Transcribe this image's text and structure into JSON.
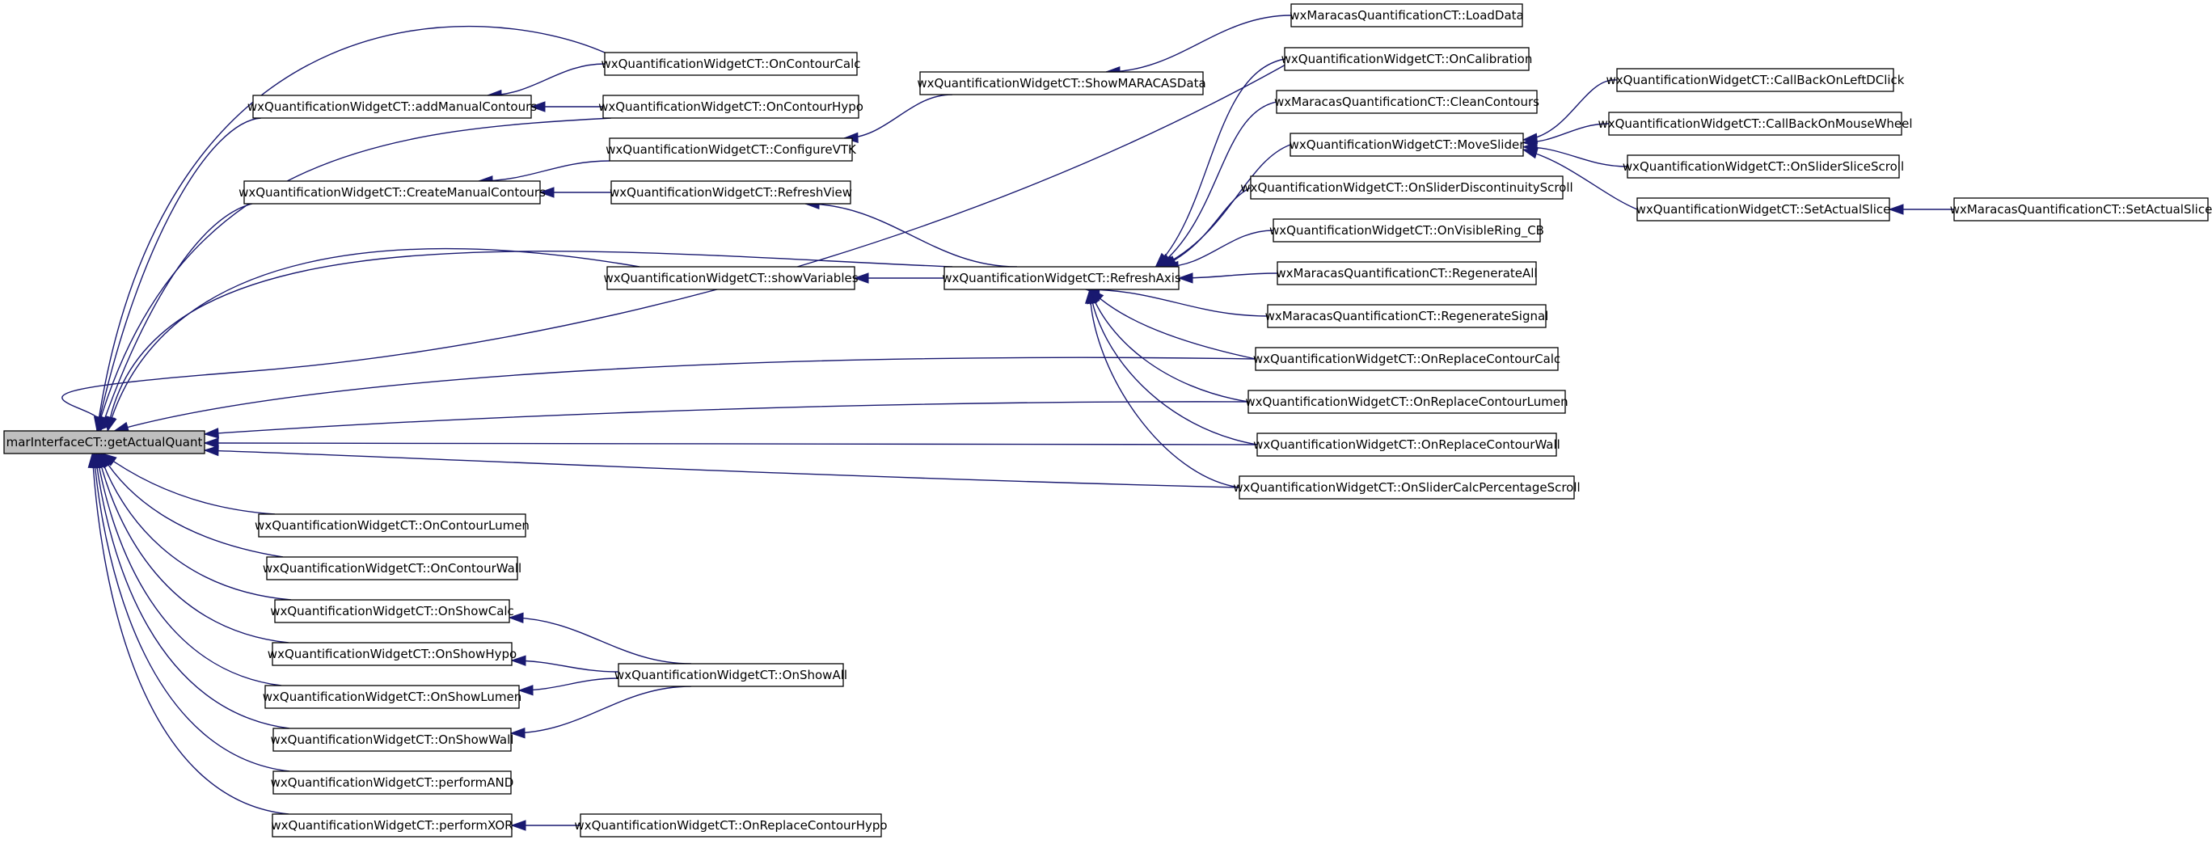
{
  "nodes": [
    {
      "id": "root",
      "label": "marInterfaceCT::getActualQuant",
      "root": true
    },
    {
      "id": "addManual",
      "label": "wxQuantificationWidgetCT::addManualContours"
    },
    {
      "id": "createManual",
      "label": "wxQuantificationWidgetCT::CreateManualContours"
    },
    {
      "id": "showVariables",
      "label": "wxQuantificationWidgetCT::showVariables"
    },
    {
      "id": "refreshAxis",
      "label": "wxQuantificationWidgetCT::RefreshAxis"
    },
    {
      "id": "onContourLumen",
      "label": "wxQuantificationWidgetCT::OnContourLumen"
    },
    {
      "id": "onContourWall",
      "label": "wxQuantificationWidgetCT::OnContourWall"
    },
    {
      "id": "onShowCalc",
      "label": "wxQuantificationWidgetCT::OnShowCalc"
    },
    {
      "id": "onShowHypo",
      "label": "wxQuantificationWidgetCT::OnShowHypo"
    },
    {
      "id": "onShowLumen",
      "label": "wxQuantificationWidgetCT::OnShowLumen"
    },
    {
      "id": "onShowWall",
      "label": "wxQuantificationWidgetCT::OnShowWall"
    },
    {
      "id": "performAND",
      "label": "wxQuantificationWidgetCT::performAND"
    },
    {
      "id": "performXOR",
      "label": "wxQuantificationWidgetCT::performXOR"
    },
    {
      "id": "onContourCalc",
      "label": "wxQuantificationWidgetCT::OnContourCalc"
    },
    {
      "id": "onContourHypo",
      "label": "wxQuantificationWidgetCT::OnContourHypo"
    },
    {
      "id": "configureVTK",
      "label": "wxQuantificationWidgetCT::ConfigureVTK"
    },
    {
      "id": "refreshView",
      "label": "wxQuantificationWidgetCT::RefreshView"
    },
    {
      "id": "onShowAll",
      "label": "wxQuantificationWidgetCT::OnShowAll"
    },
    {
      "id": "onReplaceHypo",
      "label": "wxQuantificationWidgetCT::OnReplaceContourHypo"
    },
    {
      "id": "showMaracas",
      "label": "wxQuantificationWidgetCT::ShowMARACASData"
    },
    {
      "id": "loadData",
      "label": "wxMaracasQuantificationCT::LoadData"
    },
    {
      "id": "onCalibration",
      "label": "wxQuantificationWidgetCT::OnCalibration"
    },
    {
      "id": "cleanContours",
      "label": "wxMaracasQuantificationCT::CleanContours"
    },
    {
      "id": "moveSlider",
      "label": "wxQuantificationWidgetCT::MoveSlider"
    },
    {
      "id": "onSliderDisc",
      "label": "wxQuantificationWidgetCT::OnSliderDiscontinuityScroll"
    },
    {
      "id": "onVisibleRing",
      "label": "wxQuantificationWidgetCT::OnVisibleRing_CB"
    },
    {
      "id": "regenerateAll",
      "label": "wxMaracasQuantificationCT::RegenerateAll"
    },
    {
      "id": "regenerateSignal",
      "label": "wxMaracasQuantificationCT::RegenerateSignal"
    },
    {
      "id": "onReplaceCalc",
      "label": "wxQuantificationWidgetCT::OnReplaceContourCalc"
    },
    {
      "id": "onReplaceLumen",
      "label": "wxQuantificationWidgetCT::OnReplaceContourLumen"
    },
    {
      "id": "onReplaceWall",
      "label": "wxQuantificationWidgetCT::OnReplaceContourWall"
    },
    {
      "id": "onSliderCalcPct",
      "label": "wxQuantificationWidgetCT::OnSliderCalcPercentageScroll"
    },
    {
      "id": "cbLeftDClick",
      "label": "wxQuantificationWidgetCT::CallBackOnLeftDClick"
    },
    {
      "id": "cbMouseWheel",
      "label": "wxQuantificationWidgetCT::CallBackOnMouseWheel"
    },
    {
      "id": "onSliderSlice",
      "label": "wxQuantificationWidgetCT::OnSliderSliceScroll"
    },
    {
      "id": "setActualSliceW",
      "label": "wxQuantificationWidgetCT::SetActualSlice"
    },
    {
      "id": "setActualSliceM",
      "label": "wxMaracasQuantificationCT::SetActualSlice"
    }
  ],
  "edges": [
    {
      "from": "addManual",
      "to": "root"
    },
    {
      "from": "createManual",
      "to": "root"
    },
    {
      "from": "showVariables",
      "to": "root"
    },
    {
      "from": "refreshAxis",
      "to": "root"
    },
    {
      "from": "onContourLumen",
      "to": "root"
    },
    {
      "from": "onContourWall",
      "to": "root"
    },
    {
      "from": "onShowCalc",
      "to": "root"
    },
    {
      "from": "onShowHypo",
      "to": "root"
    },
    {
      "from": "onShowLumen",
      "to": "root"
    },
    {
      "from": "onShowWall",
      "to": "root"
    },
    {
      "from": "performAND",
      "to": "root"
    },
    {
      "from": "performXOR",
      "to": "root"
    },
    {
      "from": "onContourCalc",
      "to": "root"
    },
    {
      "from": "onContourHypo",
      "to": "root"
    },
    {
      "from": "onCalibration",
      "to": "root"
    },
    {
      "from": "onReplaceCalc",
      "to": "root"
    },
    {
      "from": "onReplaceLumen",
      "to": "root"
    },
    {
      "from": "onReplaceWall",
      "to": "root"
    },
    {
      "from": "onSliderCalcPct",
      "to": "root"
    },
    {
      "from": "onContourCalc",
      "to": "addManual"
    },
    {
      "from": "onContourHypo",
      "to": "addManual"
    },
    {
      "from": "configureVTK",
      "to": "createManual"
    },
    {
      "from": "refreshView",
      "to": "createManual"
    },
    {
      "from": "refreshAxis",
      "to": "showVariables"
    },
    {
      "from": "onShowAll",
      "to": "onShowCalc"
    },
    {
      "from": "onShowAll",
      "to": "onShowHypo"
    },
    {
      "from": "onShowAll",
      "to": "onShowLumen"
    },
    {
      "from": "onShowAll",
      "to": "onShowWall"
    },
    {
      "from": "onReplaceHypo",
      "to": "performXOR"
    },
    {
      "from": "showMaracas",
      "to": "configureVTK"
    },
    {
      "from": "refreshAxis",
      "to": "refreshView"
    },
    {
      "from": "loadData",
      "to": "showMaracas"
    },
    {
      "from": "onCalibration",
      "to": "refreshAxis"
    },
    {
      "from": "cleanContours",
      "to": "refreshAxis"
    },
    {
      "from": "moveSlider",
      "to": "refreshAxis"
    },
    {
      "from": "onSliderDisc",
      "to": "refreshAxis"
    },
    {
      "from": "onVisibleRing",
      "to": "refreshAxis"
    },
    {
      "from": "regenerateAll",
      "to": "refreshAxis"
    },
    {
      "from": "regenerateSignal",
      "to": "refreshAxis"
    },
    {
      "from": "onReplaceCalc",
      "to": "refreshAxis"
    },
    {
      "from": "onReplaceLumen",
      "to": "refreshAxis"
    },
    {
      "from": "onReplaceWall",
      "to": "refreshAxis"
    },
    {
      "from": "onSliderCalcPct",
      "to": "refreshAxis"
    },
    {
      "from": "cbLeftDClick",
      "to": "moveSlider"
    },
    {
      "from": "cbMouseWheel",
      "to": "moveSlider"
    },
    {
      "from": "onSliderSlice",
      "to": "moveSlider"
    },
    {
      "from": "setActualSliceW",
      "to": "moveSlider"
    },
    {
      "from": "setActualSliceM",
      "to": "setActualSliceW"
    }
  ]
}
